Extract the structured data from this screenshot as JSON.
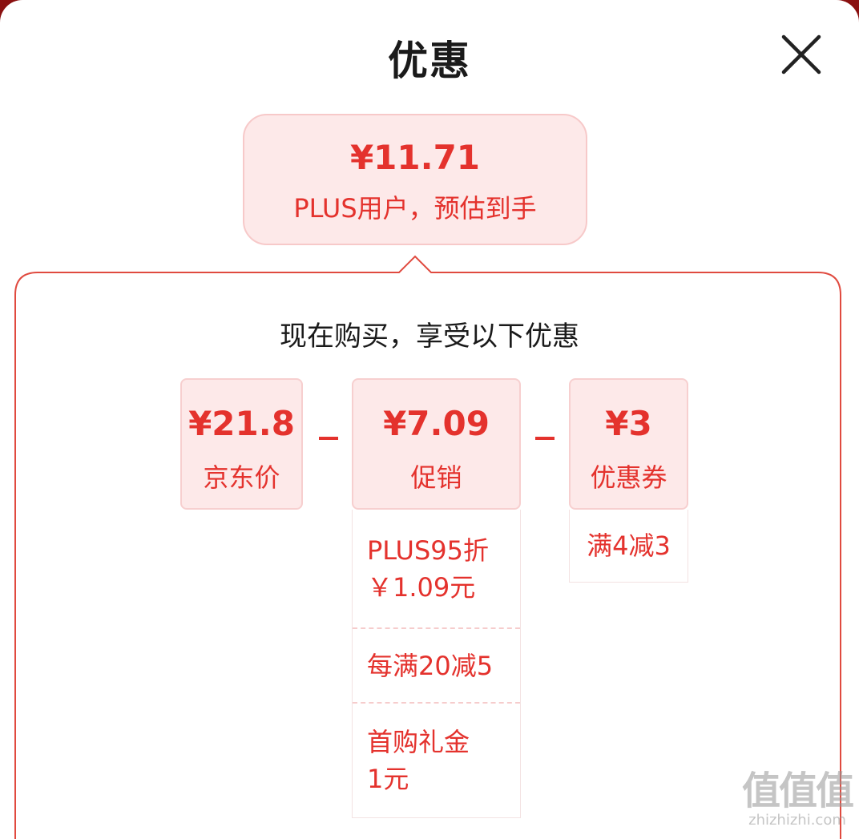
{
  "header": {
    "title": "优惠",
    "close_icon": "close-icon"
  },
  "estimate": {
    "price": "¥11.71",
    "label": "PLUS用户，预估到手"
  },
  "panel": {
    "subtitle": "现在购买，享受以下优惠"
  },
  "breakdown": {
    "jd_price": {
      "amount": "¥21.8",
      "label": "京东价"
    },
    "operator_1": "minus-icon",
    "promotion": {
      "amount": "¥7.09",
      "label": "促销",
      "details": [
        "PLUS95折\n￥1.09元",
        "每满20减5",
        "首购礼金\n1元"
      ]
    },
    "operator_2": "minus-icon",
    "coupon": {
      "amount": "¥3",
      "label": "优惠券",
      "details": [
        "满4减3"
      ]
    }
  },
  "watermark": {
    "mark": "值值值",
    "url": "zhizhizhi.com"
  },
  "colors": {
    "accent": "#e4322d",
    "tile_bg": "#fde9e9",
    "tile_border": "#f7cfcf",
    "panel_border": "#e04a3f",
    "title": "#1a1a1a"
  }
}
